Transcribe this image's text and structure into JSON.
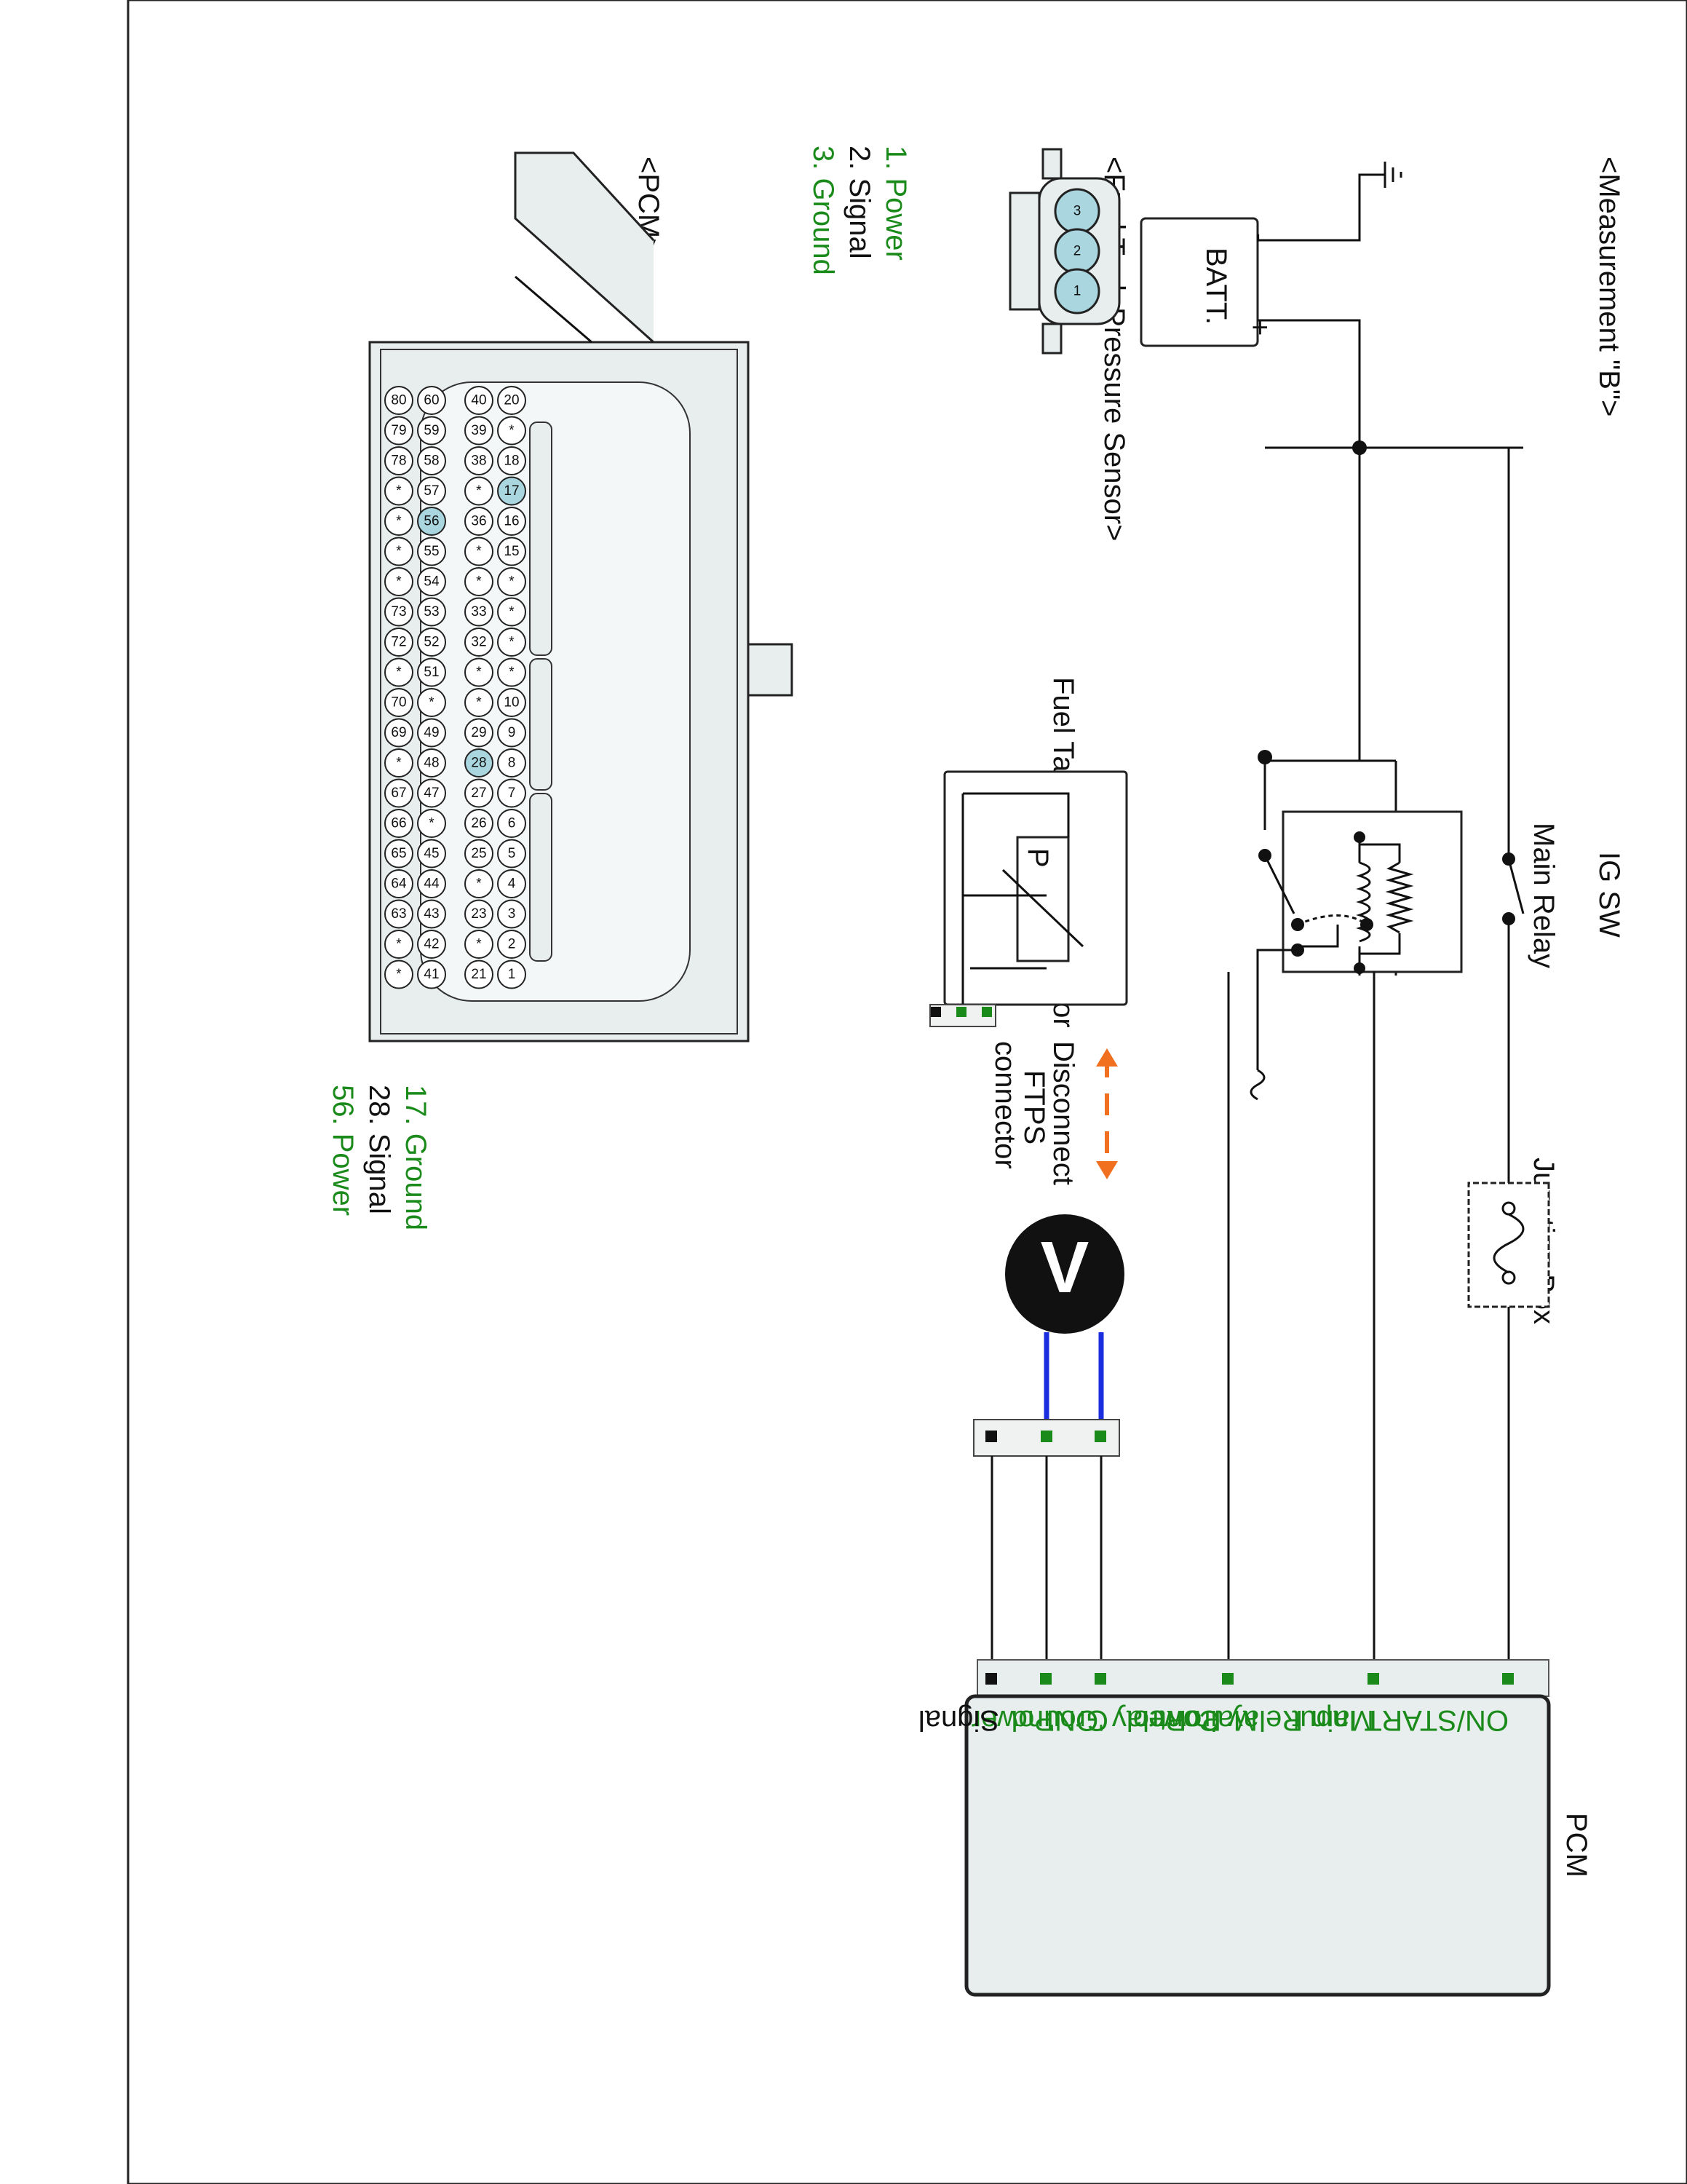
{
  "title": "<Measurement \"B\">",
  "battery": {
    "label": "BATT.",
    "plus": "+",
    "minus": "-"
  },
  "ig_sw": {
    "label": "IG SW"
  },
  "main_relay": {
    "label": "Main Relay"
  },
  "junction_box": {
    "label": "Junction Box"
  },
  "pcm_box": {
    "title": "PCM",
    "terminals": [
      "ON/START Input",
      "Main Relay Control",
      "Main Relay 'ON'",
      "Power",
      "Ground",
      "Power",
      "Signal"
    ]
  },
  "ftps_component": {
    "label": "Fuel Tank Pressure Sensor",
    "symbol": "P"
  },
  "disconnect_note": [
    "Disconnect",
    "FTPS",
    "connector"
  ],
  "voltmeter": {
    "symbol": "V"
  },
  "ftps_connector_view": {
    "title": "<Fuel Tank Pressure Sensor>",
    "pins": [
      "3",
      "2",
      "1"
    ],
    "legend": [
      {
        "text": "1. Power",
        "color": "#1a8a1a"
      },
      {
        "text": "2. Signal",
        "color": "#111111"
      },
      {
        "text": "3. Ground",
        "color": "#1a8a1a"
      }
    ]
  },
  "pcm_connector_view": {
    "title": "<PCM>",
    "row1": [
      "20",
      "*",
      "18",
      "17",
      "16",
      "15",
      "*",
      "*",
      "*",
      "*",
      "10",
      "9",
      "8",
      "7",
      "6",
      "5",
      "4",
      "3",
      "2",
      "1"
    ],
    "row2": [
      "40",
      "39",
      "38",
      "*",
      "36",
      "*",
      "*",
      "33",
      "32",
      "*",
      "*",
      "29",
      "28",
      "27",
      "26",
      "25",
      "*",
      "23",
      "*",
      "21"
    ],
    "row3": [
      "60",
      "59",
      "58",
      "57",
      "56",
      "55",
      "54",
      "53",
      "52",
      "51",
      "*",
      "49",
      "48",
      "47",
      "*",
      "45",
      "44",
      "43",
      "42",
      "41"
    ],
    "row4": [
      "80",
      "79",
      "78",
      "*",
      "*",
      "*",
      "*",
      "73",
      "72",
      "*",
      "70",
      "69",
      "*",
      "67",
      "66",
      "65",
      "64",
      "63",
      "*",
      "*"
    ],
    "highlighted_pins": [
      "17",
      "28",
      "56"
    ],
    "legend": [
      {
        "text": "17. Ground",
        "color": "#1a8a1a"
      },
      {
        "text": "28. Signal",
        "color": "#111111"
      },
      {
        "text": "56. Power",
        "color": "#1a8a1a"
      }
    ]
  },
  "colors": {
    "power_ground": "#1a8a1a",
    "signal": "#111111",
    "meter_leads": "#1a2ee0",
    "arrow": "#f07020",
    "pin_highlight": "#a9d6df",
    "connector_fill": "#e8eeee"
  }
}
